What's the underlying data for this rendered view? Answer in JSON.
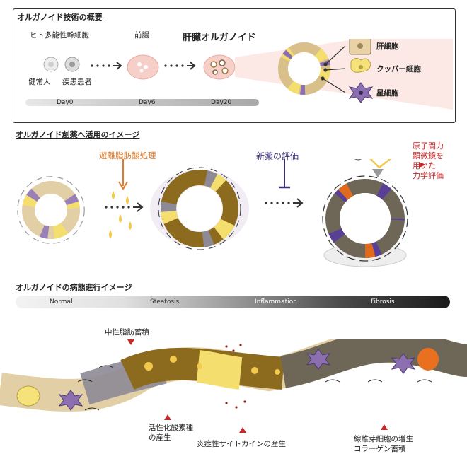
{
  "section1": {
    "title": "オルガノイド技術の概要",
    "stem_cells": "ヒト多能性幹細胞",
    "foregut": "前腸",
    "liver_organoid": "肝臓オルガノイド",
    "healthy": "健常人",
    "patient": "疾患患者",
    "timeline": [
      "Day0",
      "Day6",
      "Day20"
    ],
    "cell_types": [
      "肝細胞",
      "クッパー細胞",
      "星細胞"
    ]
  },
  "section2": {
    "title": "オルガノイド創薬へ活用のイメージ",
    "fatty_acid": "遊離脂肪酸処理",
    "drug_eval": "新薬の評価",
    "afm": [
      "原子間力",
      "顕微鏡を",
      "用いた",
      "力学評価"
    ]
  },
  "section3": {
    "title": "オルガノイドの病態進行イメージ",
    "stages": [
      "Normal",
      "Steatosis",
      "Inflammation",
      "Fibrosis"
    ],
    "neutral_fat": "中性脂肪蓄積",
    "ros": [
      "活性化酸素種",
      "の産生"
    ],
    "cytokine": "炎症性サイトカインの産生",
    "fibro": [
      "線維芽細胞の増生",
      "コラーゲン蓄積"
    ]
  },
  "colors": {
    "hepatocyte": "#e8d2a6",
    "kupffer": "#f5e27a",
    "stellate": "#8c6fb0",
    "accent_red": "#c8282a",
    "accent_orange": "#e07b2a",
    "accent_purple": "#3c2f7a"
  }
}
